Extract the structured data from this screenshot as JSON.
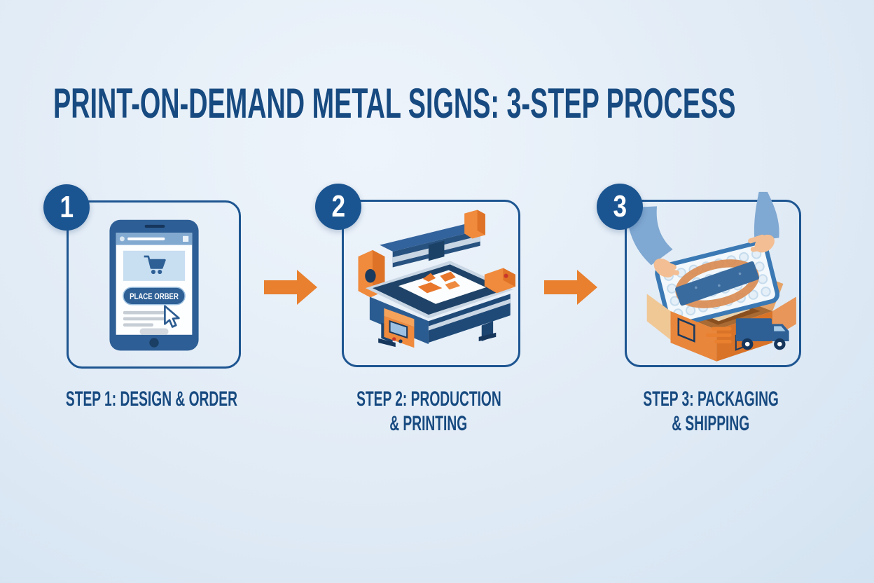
{
  "title": "PRINT-ON-DEMAND METAL SIGNS: 3-STEP PROCESS",
  "steps": [
    {
      "number": "1",
      "caption_lines": [
        "STEP 1: DESIGN & ORDER"
      ],
      "illustration": "tablet-online-order",
      "button_label": "PLACE ORBER"
    },
    {
      "number": "2",
      "caption_lines": [
        "STEP 2: PRODUCTION",
        "& PRINTING"
      ],
      "illustration": "flatbed-metal-sign-printer"
    },
    {
      "number": "3",
      "caption_lines": [
        "STEP 3: PACKAGING",
        "& SHIPPING"
      ],
      "illustration": "packing-sign-into-box-with-truck"
    }
  ],
  "icons": {
    "cart-icon": "shopping cart glyph on tablet screen",
    "cursor-icon": "mouse pointer arrow",
    "arrow-right-icon": "orange process arrow",
    "truck-icon": "delivery truck with speed lines",
    "printer-icon": "flatbed printer",
    "box-icon": "open shipping carton"
  },
  "colors": {
    "navy_text": "#174A80",
    "badge_blue": "#1B5591",
    "box_border": "#1D5591",
    "arrow_orange": "#E8802F",
    "machine_orange": "#F08A3C",
    "carton_orange": "#E8863C",
    "sleeve_blue": "#7FA8D2",
    "background_center": "#EEF4FB",
    "background_edge": "#CFE0F0"
  }
}
